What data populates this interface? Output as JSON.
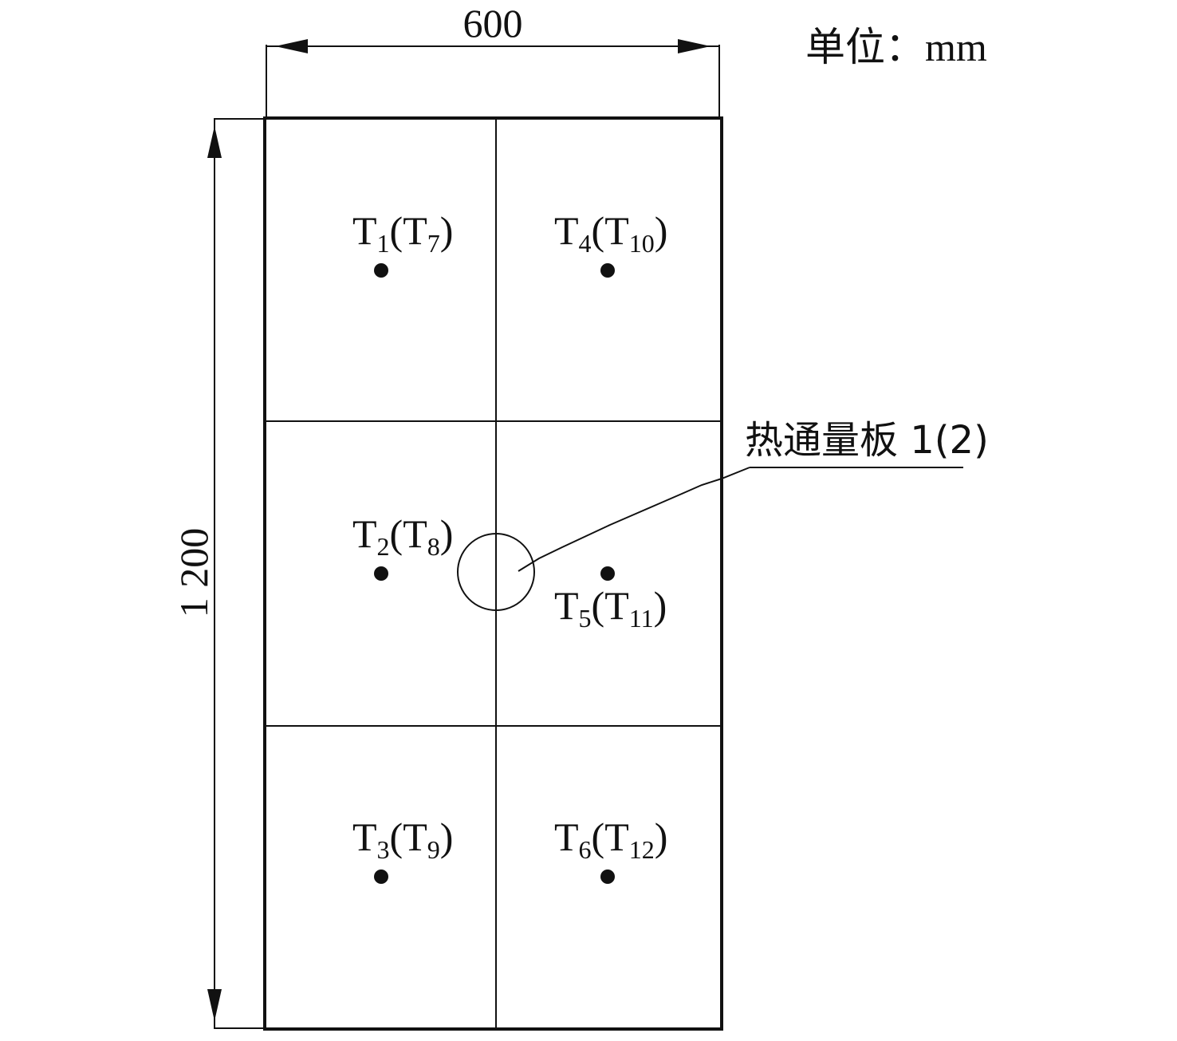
{
  "unit_label": "单位：mm",
  "dimensions": {
    "width": "600",
    "height": "1 200"
  },
  "callout": {
    "label": "热通量板 1(2)"
  },
  "sensors": [
    {
      "main": "T",
      "sub": "1",
      "paren_main": "T",
      "paren_sub": "7"
    },
    {
      "main": "T",
      "sub": "4",
      "paren_main": "T",
      "paren_sub": "10"
    },
    {
      "main": "T",
      "sub": "2",
      "paren_main": "T",
      "paren_sub": "8"
    },
    {
      "main": "T",
      "sub": "5",
      "paren_main": "T",
      "paren_sub": "11"
    },
    {
      "main": "T",
      "sub": "3",
      "paren_main": "T",
      "paren_sub": "9"
    },
    {
      "main": "T",
      "sub": "6",
      "paren_main": "T",
      "paren_sub": "12"
    }
  ],
  "colors": {
    "line": "#111111",
    "background": "#ffffff"
  }
}
